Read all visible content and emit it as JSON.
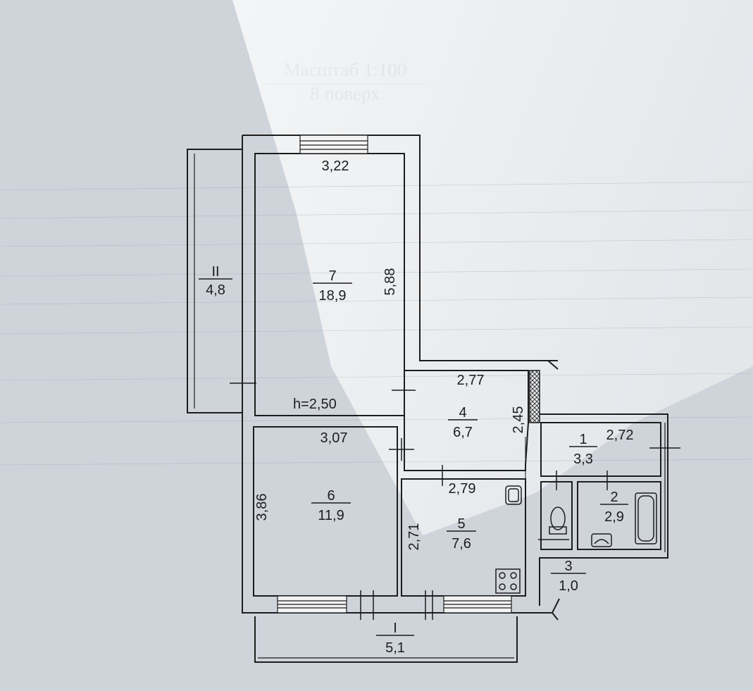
{
  "header": {
    "scale": "Масштаб 1:100",
    "floor": "8 поверх"
  },
  "ceiling_height": "h=2,50",
  "rooms": [
    {
      "id": "7",
      "number": "7",
      "area": "18,9"
    },
    {
      "id": "6",
      "number": "6",
      "area": "11,9"
    },
    {
      "id": "4",
      "number": "4",
      "area": "6,7"
    },
    {
      "id": "5",
      "number": "5",
      "area": "7,6"
    },
    {
      "id": "1",
      "number": "1",
      "area": "3,3"
    },
    {
      "id": "2",
      "number": "2",
      "area": "2,9"
    },
    {
      "id": "3",
      "number": "3",
      "area": "1,0"
    }
  ],
  "balconies": [
    {
      "id": "II",
      "number": "II",
      "area": "4,8"
    },
    {
      "id": "I",
      "number": "I",
      "area": "5,1"
    }
  ],
  "dimensions": {
    "room7_width": "3,22",
    "room7_length": "5,88",
    "room6_width": "3,07",
    "room6_length": "3,86",
    "room4_width": "2,77",
    "room4_length": "2,45",
    "room5_width": "2,79",
    "room5_length": "2,71",
    "room1_width": "2,72"
  },
  "colors": {
    "paper": "#cfd4db",
    "shadow": "#e9ecef",
    "line": "#1d1d1d"
  }
}
